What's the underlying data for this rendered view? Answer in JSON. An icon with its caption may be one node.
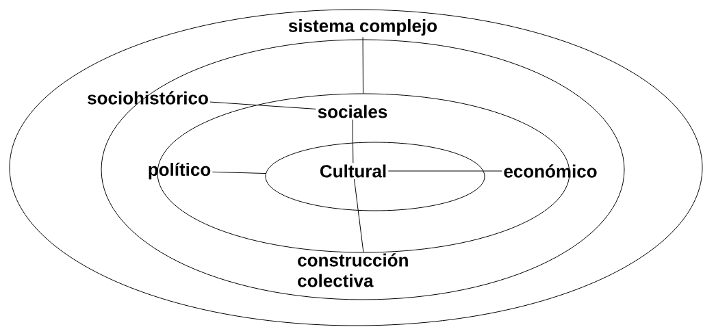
{
  "diagram": {
    "nodes": [
      {
        "text": [],
        "shape": "ellipse"
      },
      {
        "text": [],
        "shape": "ellipse",
        "in": 0
      },
      {
        "text": [],
        "shape": "ellipse",
        "in": 1
      },
      {
        "text": [],
        "shape": "ellipse",
        "in": 2
      },
      {
        "text": [
          "sistema complejo"
        ],
        "in": 0
      },
      {
        "text": [
          "sociohistórico"
        ],
        "in": 0
      },
      {
        "text": [
          "sociales"
        ],
        "in": 2
      },
      {
        "text": [
          "político"
        ],
        "in": 1
      },
      {
        "text": [
          "Cultural"
        ],
        "in": 3
      },
      {
        "text": [
          "económico"
        ],
        "in": 1
      },
      {
        "text": [
          "construcción colectiva"
        ],
        "in": 1
      }
    ],
    "edges": [
      {
        "from": 4,
        "to": 2,
        "arrow": "none"
      },
      {
        "from": 5,
        "to": 6,
        "arrow": "none"
      },
      {
        "from": 6,
        "to": 8,
        "arrow": "none"
      },
      {
        "from": 7,
        "to": 3,
        "arrow": "none"
      },
      {
        "from": 8,
        "to": 9,
        "arrow": "none"
      },
      {
        "from": 10,
        "to": 8,
        "arrow": "none"
      }
    ]
  }
}
